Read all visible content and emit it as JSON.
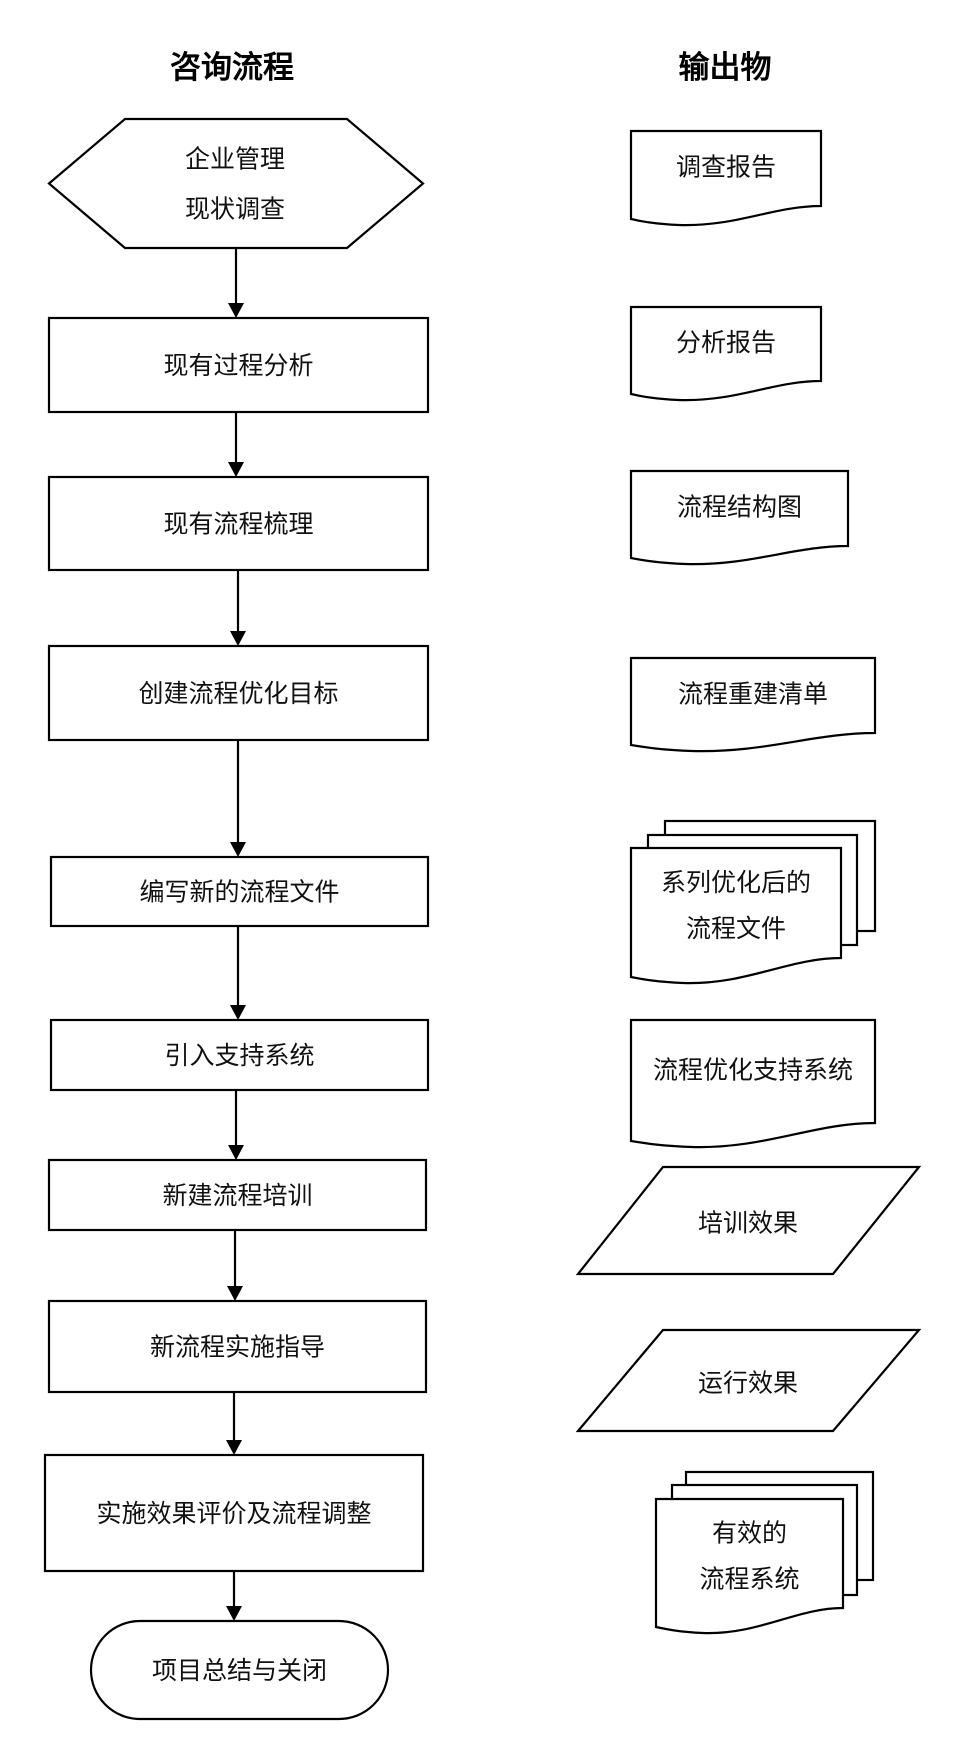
{
  "headers": {
    "process_title": "咨询流程",
    "output_title": "输出物"
  },
  "process_steps": [
    {
      "label_lines": [
        "企业管理",
        "现状调查"
      ],
      "shape": "hexagon"
    },
    {
      "label_lines": [
        "现有过程分析"
      ],
      "shape": "rectangle"
    },
    {
      "label_lines": [
        "现有流程梳理"
      ],
      "shape": "rectangle"
    },
    {
      "label_lines": [
        "创建流程优化目标"
      ],
      "shape": "rectangle"
    },
    {
      "label_lines": [
        "编写新的流程文件"
      ],
      "shape": "rectangle"
    },
    {
      "label_lines": [
        "引入支持系统"
      ],
      "shape": "rectangle"
    },
    {
      "label_lines": [
        "新建流程培训"
      ],
      "shape": "rectangle"
    },
    {
      "label_lines": [
        "新流程实施指导"
      ],
      "shape": "rectangle"
    },
    {
      "label_lines": [
        "实施效果评价及流程调整"
      ],
      "shape": "rectangle"
    },
    {
      "label_lines": [
        "项目总结与关闭"
      ],
      "shape": "terminator"
    }
  ],
  "outputs": [
    {
      "label_lines": [
        "调查报告"
      ],
      "shape": "document"
    },
    {
      "label_lines": [
        "分析报告"
      ],
      "shape": "document"
    },
    {
      "label_lines": [
        "流程结构图"
      ],
      "shape": "document"
    },
    {
      "label_lines": [
        "流程重建清单"
      ],
      "shape": "document"
    },
    {
      "label_lines": [
        "系列优化后的",
        "流程文件"
      ],
      "shape": "multi-document"
    },
    {
      "label_lines": [
        "流程优化支持系统"
      ],
      "shape": "document"
    },
    {
      "label_lines": [
        "培训效果"
      ],
      "shape": "data"
    },
    {
      "label_lines": [
        "运行效果"
      ],
      "shape": "data"
    },
    {
      "label_lines": [
        "有效的",
        "流程系统"
      ],
      "shape": "multi-document"
    }
  ],
  "colors": {
    "stroke": "#000000",
    "fill": "#ffffff",
    "text": "#111111"
  }
}
